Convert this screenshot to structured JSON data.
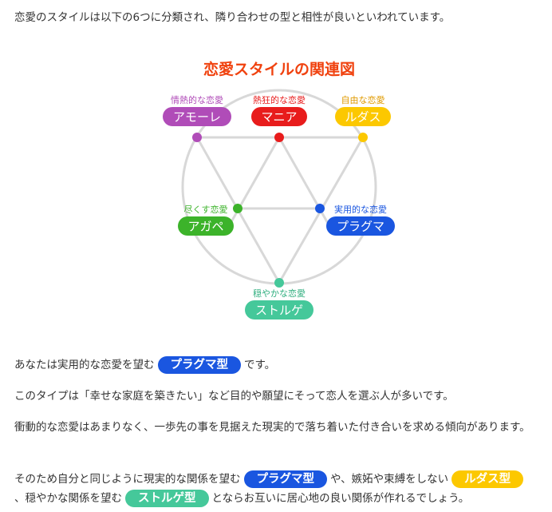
{
  "intro": "恋愛のスタイルは以下の6つに分類され、隣り合わせの型と相性が良いといわれています。",
  "diagram": {
    "title": "恋愛スタイルの関連図",
    "nodes": [
      {
        "id": "amore",
        "sub": "情熱的な恋愛",
        "label": "アモーレ",
        "color": "#b04cb8"
      },
      {
        "id": "mania",
        "sub": "熱狂的な恋愛",
        "label": "マニア",
        "color": "#e81c1c"
      },
      {
        "id": "ludus",
        "sub": "自由な恋愛",
        "label": "ルダス",
        "color": "#fcc800",
        "subcolor": "#e09a00"
      },
      {
        "id": "agape",
        "sub": "尽くす恋愛",
        "label": "アガペ",
        "color": "#3cb32a"
      },
      {
        "id": "pragma",
        "sub": "実用的な恋愛",
        "label": "プラグマ",
        "color": "#1a56e0"
      },
      {
        "id": "storge",
        "sub": "穏やかな恋愛",
        "label": "ストルゲ",
        "color": "#45c89a",
        "subcolor": "#2fae7e"
      }
    ]
  },
  "result": {
    "before": "あなたは実用的な恋愛を望む",
    "type": "プラグマ型",
    "after": "です。"
  },
  "p2": "このタイプは「幸せな家庭を築きたい」など目的や願望にそって恋人を選ぶ人が多いです。",
  "p3": "衝動的な恋愛はあまりなく、一歩先の事を見据えた現実的で落ち着いた付き合いを求める傾向があります。",
  "p4": {
    "t1": "そのため自分と同じように現実的な関係を望む",
    "b1": "プラグマ型",
    "t2": "や、嫉妬や束縛をしない",
    "b2": "ルダス型",
    "t3": "、穏やかな関係を望む",
    "b3": "ストルゲ型",
    "t4": "とならお互いに居心地の良い関係が作れるでしょう。"
  }
}
